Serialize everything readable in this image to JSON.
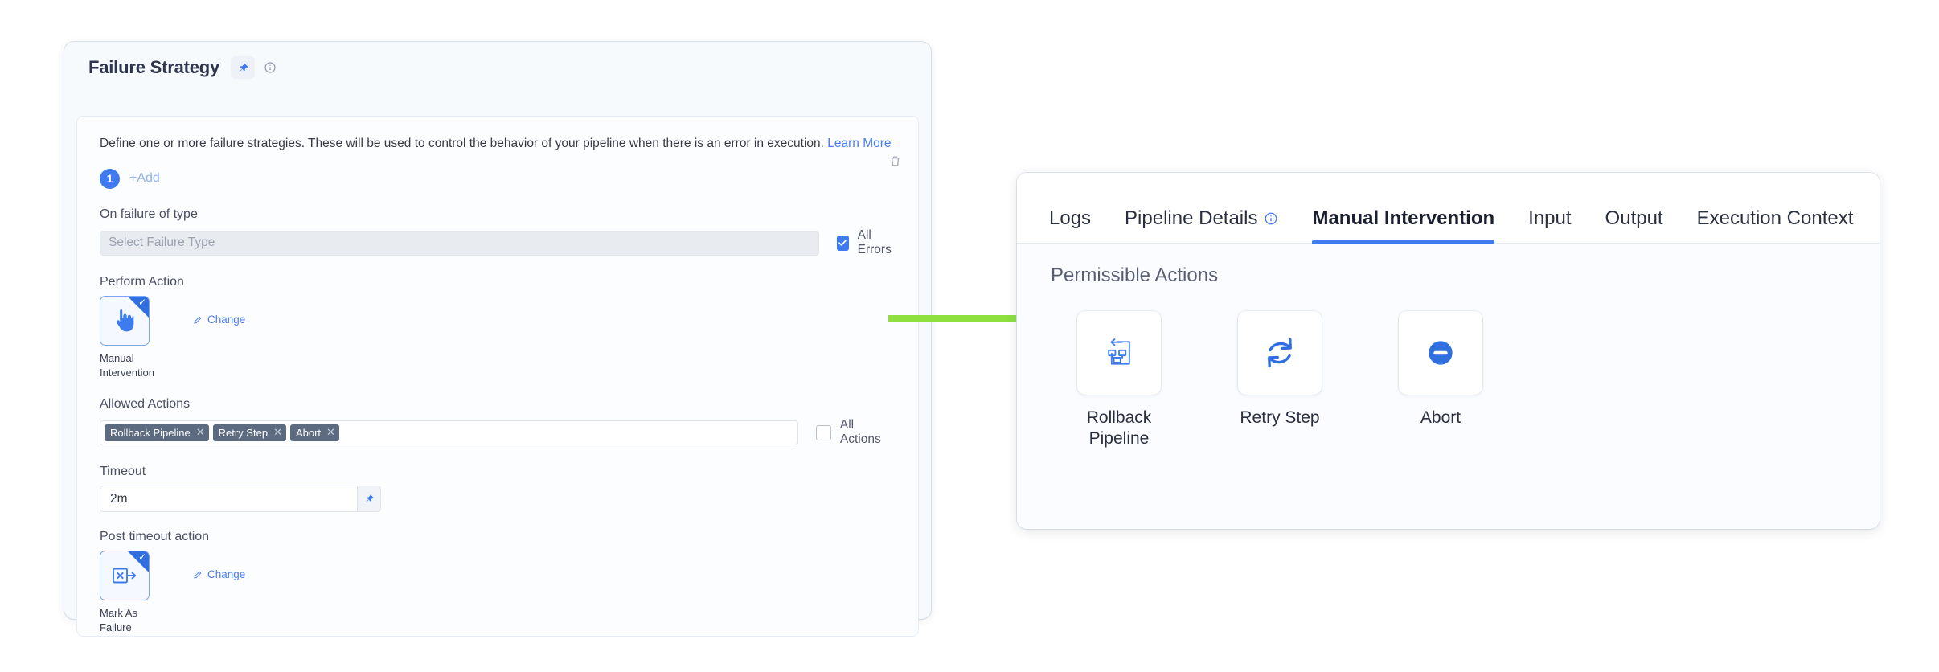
{
  "left_card": {
    "title": "Failure Strategy",
    "pin_icon": "pin-icon",
    "info_icon": "info-circle-icon",
    "delete_icon": "trash-icon",
    "description": "Define one or more failure strategies. These will be used to control the behavior of your pipeline when there is an error in execution.",
    "learn_more": "Learn More",
    "strategy_index": "1",
    "add_label": "+Add",
    "on_failure": {
      "label": "On failure of type",
      "placeholder": "Select Failure Type",
      "value": "",
      "all_errors_label": "All Errors",
      "all_errors_checked": true
    },
    "perform_action": {
      "label": "Perform Action",
      "tile_icon": "hand-pointer-icon",
      "tile_caption": "Manual Intervention",
      "change_label": "Change",
      "selected": true
    },
    "allowed_actions": {
      "label": "Allowed Actions",
      "chips": [
        "Rollback Pipeline",
        "Retry Step",
        "Abort"
      ],
      "all_actions_label": "All Actions",
      "all_actions_checked": false
    },
    "timeout": {
      "label": "Timeout",
      "value": "2m",
      "pin_icon": "pin-icon"
    },
    "post_timeout": {
      "label": "Post timeout action",
      "tile_icon": "mark-as-failure-icon",
      "tile_caption": "Mark As Failure",
      "change_label": "Change",
      "selected": true
    }
  },
  "arrow": {
    "name": "green-flow-arrow",
    "color": "#8ee03f"
  },
  "right_panel": {
    "tabs": [
      {
        "label": "Logs",
        "active": false,
        "info_icon": false
      },
      {
        "label": "Pipeline Details",
        "active": false,
        "info_icon": true
      },
      {
        "label": "Manual Intervention",
        "active": true,
        "info_icon": false
      },
      {
        "label": "Input",
        "active": false,
        "info_icon": false
      },
      {
        "label": "Output",
        "active": false,
        "info_icon": false
      },
      {
        "label": "Execution Context",
        "active": false,
        "info_icon": false
      }
    ],
    "section_title": "Permissible Actions",
    "actions": [
      {
        "label": "Rollback Pipeline",
        "icon": "rollback-pipeline-icon"
      },
      {
        "label": "Retry Step",
        "icon": "retry-refresh-icon"
      },
      {
        "label": "Abort",
        "icon": "abort-minus-circle-icon"
      }
    ]
  },
  "colors": {
    "accent": "#3d7bef",
    "arrow_green": "#8ee03f",
    "chip_bg": "#5d6b80",
    "text_dark": "#2b3040"
  }
}
